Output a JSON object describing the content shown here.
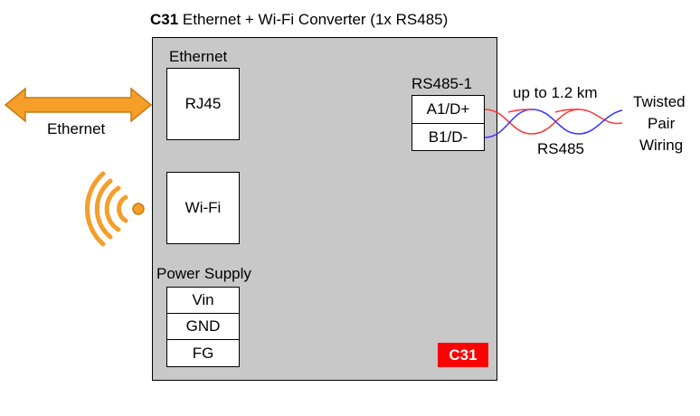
{
  "title": {
    "model": "C31",
    "text": "Ethernet + Wi-Fi Converter (1x RS485)"
  },
  "ethernet": {
    "section_label": "Ethernet",
    "port_label": "RJ45",
    "arrow_label": "Ethernet"
  },
  "wifi": {
    "port_label": "Wi-Fi"
  },
  "power_supply": {
    "section_label": "Power Supply",
    "terminals": [
      "Vin",
      "GND",
      "FG"
    ]
  },
  "rs485": {
    "section_label": "RS485-1",
    "terminals": [
      "A1/D+",
      "B1/D-"
    ],
    "distance_label": "up to 1.2 km",
    "bus_label": "RS485",
    "wiring_label_line1": "Twisted",
    "wiring_label_line2": "Pair",
    "wiring_label_line3": "Wiring"
  },
  "badge": {
    "text": "C31"
  },
  "colors": {
    "device_fill": "#c8c8c8",
    "arrow_fill": "#f59e2a",
    "arrow_stroke": "#c97b10",
    "wire_a": "#ff3333",
    "wire_b": "#3333ff",
    "badge": "#ff0000"
  }
}
